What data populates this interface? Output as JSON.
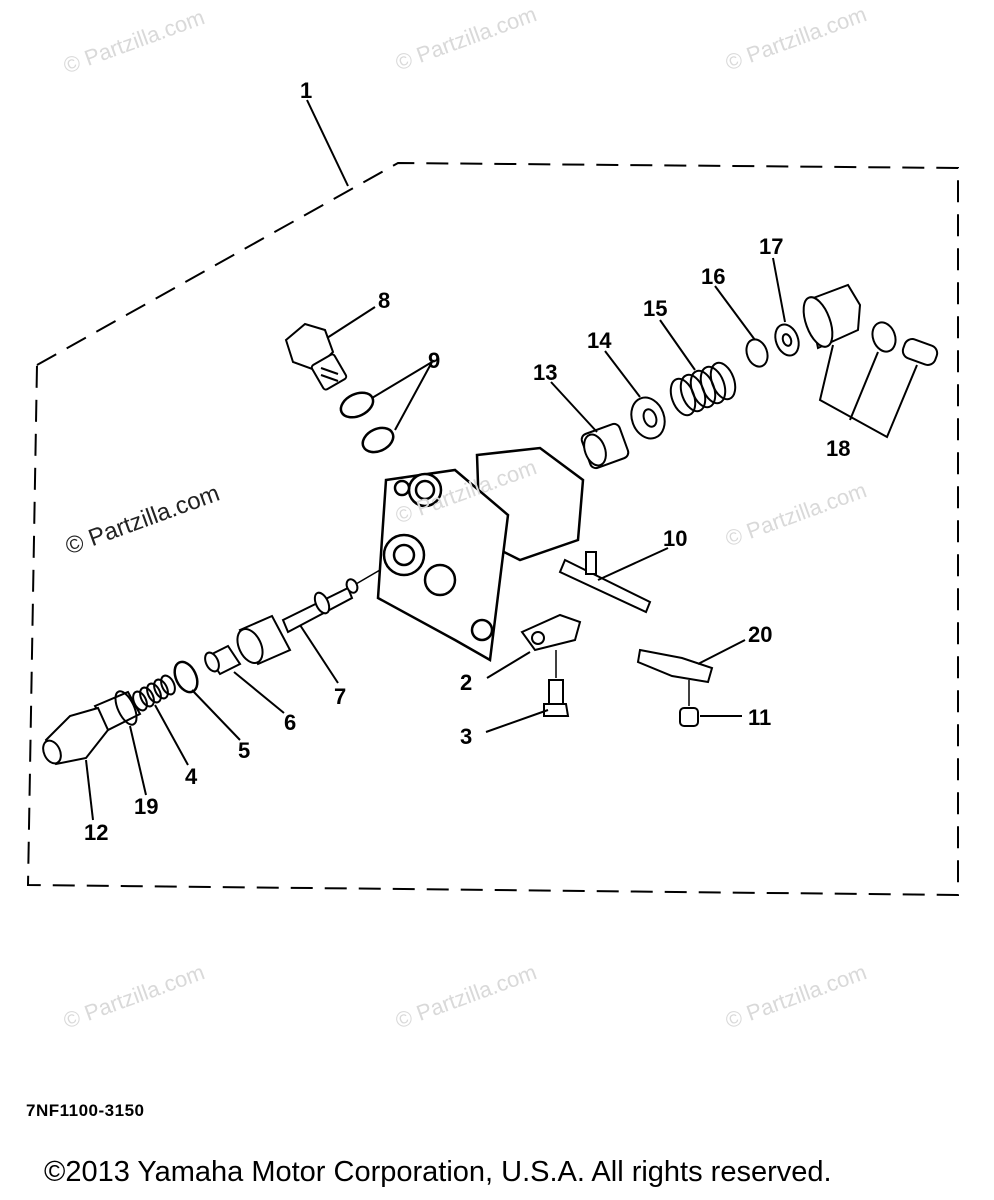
{
  "watermark": "© Partzilla.com",
  "callouts": [
    "1",
    "2",
    "3",
    "4",
    "5",
    "6",
    "7",
    "8",
    "9",
    "10",
    "11",
    "12",
    "13",
    "14",
    "15",
    "16",
    "17",
    "18",
    "19",
    "20"
  ],
  "part_code": "7NF1100-3150",
  "copyright": "©2013  Yamaha Motor Corporation, U.S.A. All rights reserved."
}
